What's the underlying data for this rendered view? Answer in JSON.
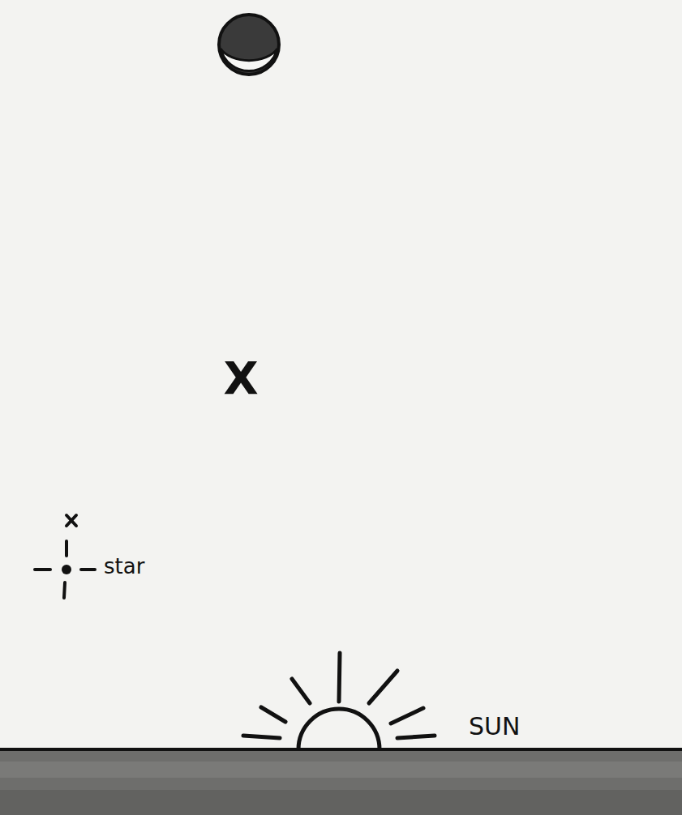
{
  "diagram": {
    "labels": [
      "X",
      "star",
      "SUN"
    ]
  }
}
